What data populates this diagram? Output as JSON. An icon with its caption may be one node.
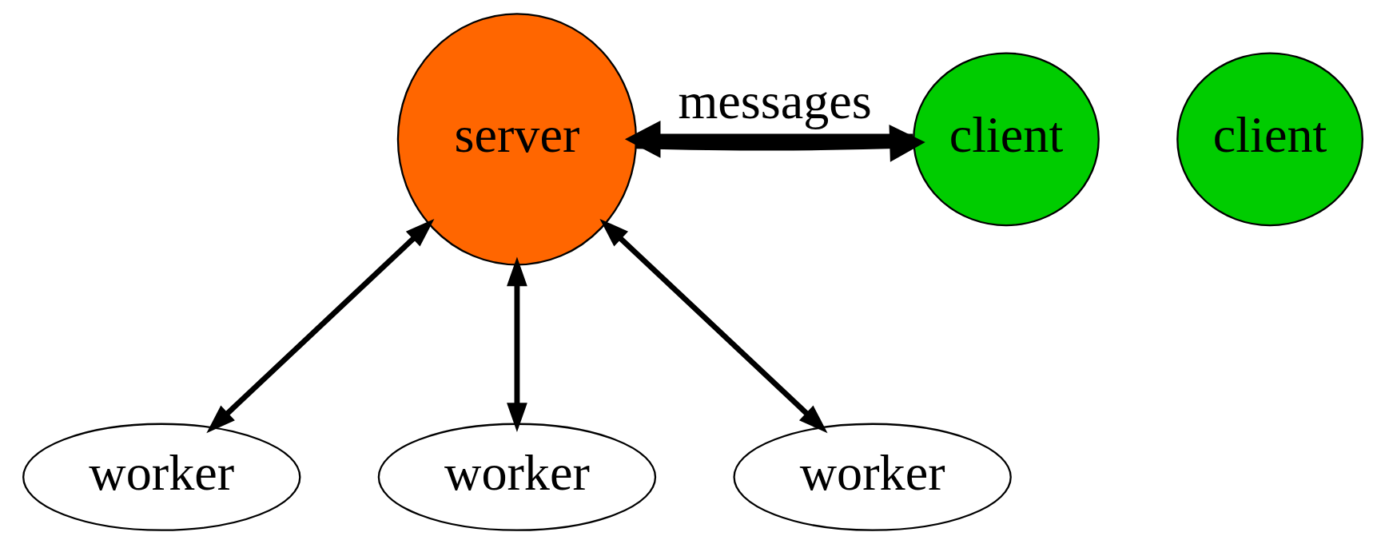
{
  "diagram": {
    "nodes": [
      {
        "text": [
          "server"
        ]
      },
      {
        "text": [
          "client"
        ]
      },
      {
        "text": [
          "client"
        ]
      },
      {
        "text": [
          "worker"
        ]
      },
      {
        "text": [
          "worker"
        ]
      },
      {
        "text": [
          "worker"
        ]
      }
    ],
    "edges": [
      {
        "from": 1,
        "to": 0,
        "arrow": "to",
        "style": "thick",
        "label": "messages"
      },
      {
        "from": 0,
        "to": 1,
        "arrow": "to",
        "style": "thick"
      },
      {
        "from": 0,
        "to": 3,
        "arrow": "both"
      },
      {
        "from": 0,
        "to": 4,
        "arrow": "both"
      },
      {
        "from": 0,
        "to": 5,
        "arrow": "both"
      }
    ]
  }
}
